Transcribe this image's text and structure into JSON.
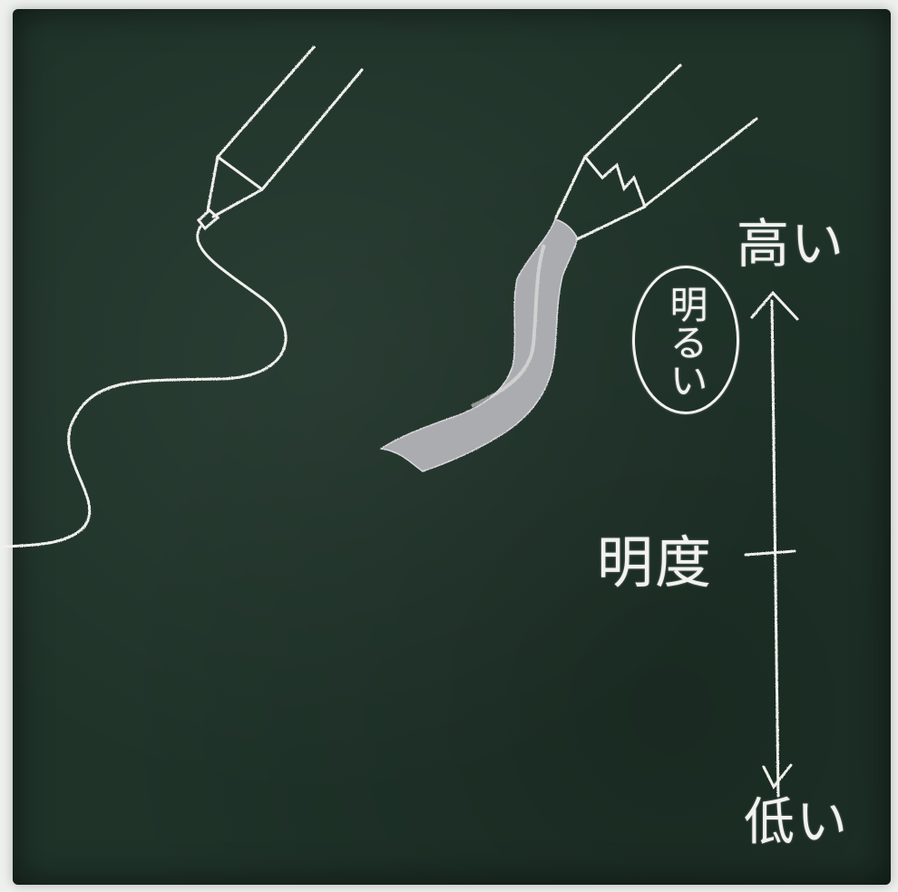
{
  "scale": {
    "top_label": "高い",
    "bottom_label": "低い",
    "axis_label": "明度"
  },
  "annotation": {
    "circled_text": "明るい"
  },
  "colors": {
    "board": "#1f3329",
    "chalk": "#f2f2ee"
  }
}
